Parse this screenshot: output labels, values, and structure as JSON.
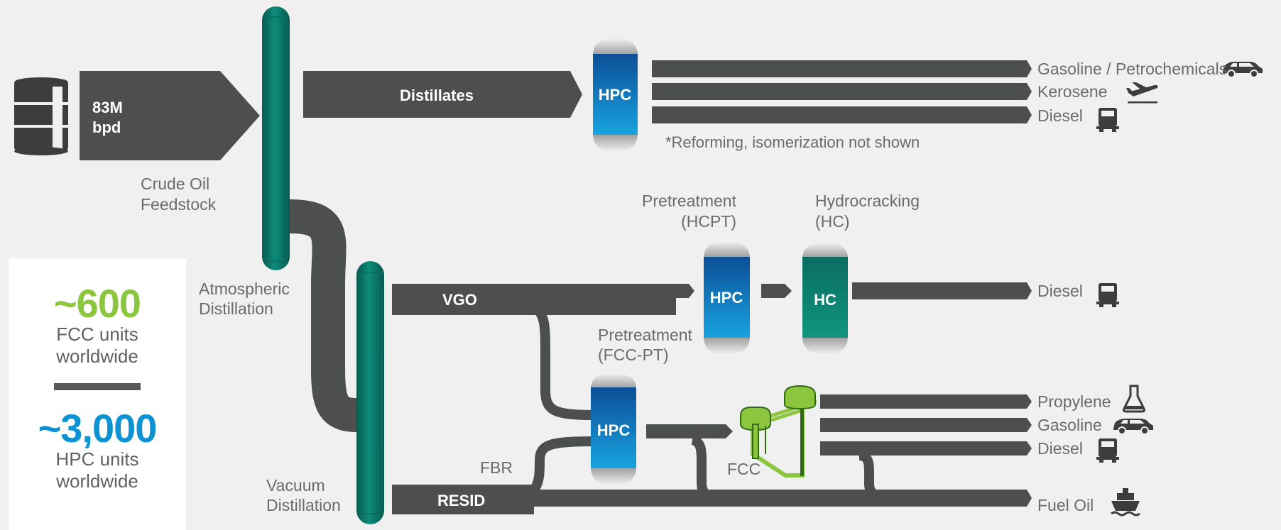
{
  "feed": {
    "amount_line1": "83M",
    "amount_line2": "bpd",
    "label_line1": "Crude Oil",
    "label_line2": "Feedstock"
  },
  "columns": {
    "atmospheric_line1": "Atmospheric",
    "atmospheric_line2": "Distillation",
    "vacuum_line1": "Vacuum",
    "vacuum_line2": "Distillation"
  },
  "streams": {
    "distillates": "Distillates",
    "vgo": "VGO",
    "resid": "RESID",
    "fbr": "FBR"
  },
  "units": {
    "hpc": "HPC",
    "hc": "HC",
    "fcc": "FCC",
    "hcpt_line1": "Pretreatment",
    "hcpt_line2": "(HCPT)",
    "hydrocracking_line1": "Hydrocracking",
    "hydrocracking_line2": "(HC)",
    "fccpt_line1": "Pretreatment",
    "fccpt_line2": "(FCC-PT)"
  },
  "note": "*Reforming, isomerization not shown",
  "products": {
    "gasoline_petrochemicals": "Gasoline / Petrochemicals",
    "kerosene": "Kerosene",
    "diesel_top": "Diesel",
    "diesel_hc": "Diesel",
    "propylene": "Propylene",
    "gasoline_fcc": "Gasoline",
    "diesel_fcc": "Diesel",
    "fuel_oil": "Fuel Oil"
  },
  "stats": {
    "fcc_count": "~600",
    "fcc_label_line1": "FCC units",
    "fcc_label_line2": "worldwide",
    "hpc_count": "~3,000",
    "hpc_label_line1": "HPC units",
    "hpc_label_line2": "worldwide"
  },
  "icons": [
    "oil-barrel-icon",
    "car-icon",
    "airplane-icon",
    "truck-icon",
    "flask-icon",
    "ship-icon"
  ],
  "colors": {
    "background": "#f0f0f0",
    "pipe": "#4d4e4e",
    "column": "#0c7f6f",
    "hpc_vessel": "#1179c2",
    "hc_vessel": "#0c8a78",
    "fcc_green": "#8cc63f",
    "fcc_count": "#8cc63f",
    "hpc_count": "#0d93d4"
  }
}
